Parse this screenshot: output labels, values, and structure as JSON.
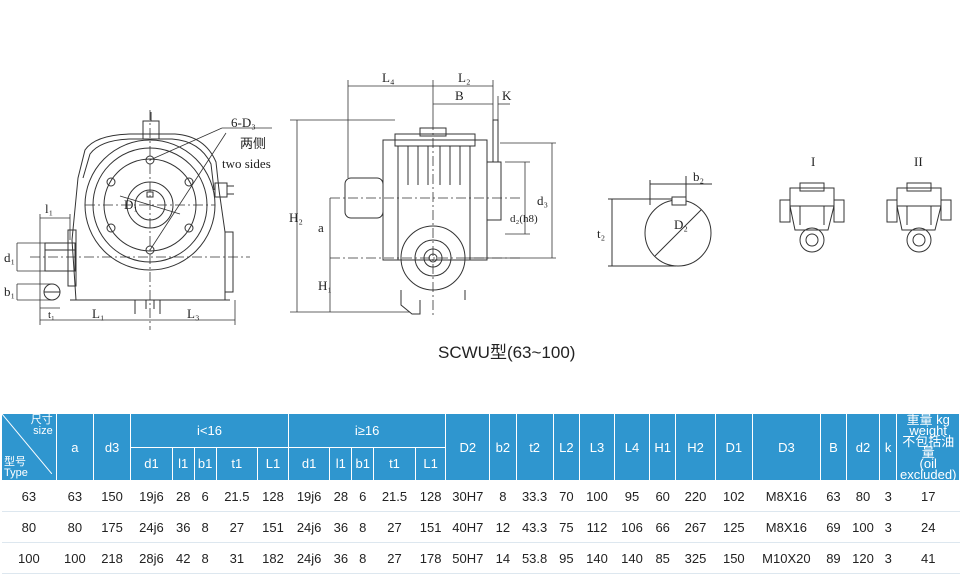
{
  "drawing": {
    "labels": {
      "six_d3": "6-D₃",
      "two_sides_cn": "两侧",
      "two_sides_en": "two sides",
      "l1": "l₁",
      "d1": "d₁",
      "b1": "b₁",
      "t1": "t₁",
      "L1": "L₁",
      "L3": "L₃",
      "D1": "D₁",
      "L4": "L₄",
      "L2": "L₂",
      "B": "B",
      "K": "K",
      "H2": "H₂",
      "a": "a",
      "H1": "H₁",
      "d2": "d₂(h8)",
      "d3": "d₃",
      "b2": "b₂",
      "t2": "t₂",
      "D2": "D₂",
      "view1": "I",
      "view2": "II"
    }
  },
  "caption": "SCWU型(63~100)",
  "table": {
    "corner_top_cn": "尺寸",
    "corner_top_en": "size",
    "corner_bot_cn": "型号",
    "corner_bot_en": "Type",
    "group_lt16": "i<16",
    "group_ge16": "i≥16",
    "headers": [
      "a",
      "d3",
      "D2",
      "b2",
      "t2",
      "L2",
      "L3",
      "L4",
      "H1",
      "H2",
      "D1",
      "D3",
      "B",
      "d2",
      "k"
    ],
    "sub_headers": [
      "d1",
      "l1",
      "b1",
      "t1",
      "L1",
      "d1",
      "l1",
      "b1",
      "t1",
      "L1"
    ],
    "weight_cn": "重量 kg",
    "weight_en": "weight",
    "weight_note_cn": "不包括油量",
    "weight_note_en": "(oil excluded)",
    "rows": [
      [
        "63",
        "63",
        "150",
        "19j6",
        "28",
        "6",
        "21.5",
        "128",
        "19j6",
        "28",
        "6",
        "21.5",
        "128",
        "30H7",
        "8",
        "33.3",
        "70",
        "100",
        "95",
        "60",
        "220",
        "102",
        "M8X16",
        "63",
        "80",
        "3",
        "17"
      ],
      [
        "80",
        "80",
        "175",
        "24j6",
        "36",
        "8",
        "27",
        "151",
        "24j6",
        "36",
        "8",
        "27",
        "151",
        "40H7",
        "12",
        "43.3",
        "75",
        "112",
        "106",
        "66",
        "267",
        "125",
        "M8X16",
        "69",
        "100",
        "3",
        "24"
      ],
      [
        "100",
        "100",
        "218",
        "28j6",
        "42",
        "8",
        "31",
        "182",
        "24j6",
        "36",
        "8",
        "27",
        "178",
        "50H7",
        "14",
        "53.8",
        "95",
        "140",
        "140",
        "85",
        "325",
        "150",
        "M10X20",
        "89",
        "120",
        "3",
        "41"
      ]
    ]
  }
}
